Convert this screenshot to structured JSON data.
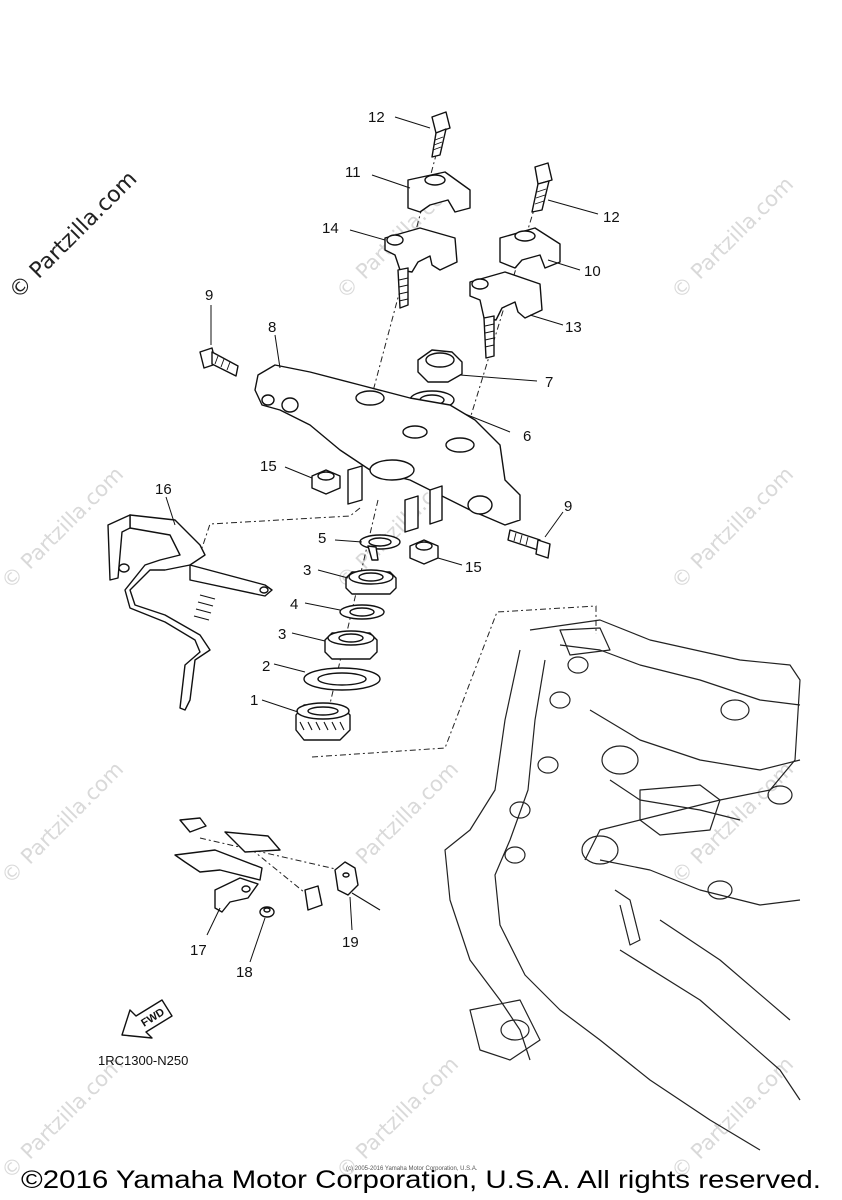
{
  "watermarks": {
    "main": "© Partzilla.com",
    "faint": "© Partzilla.com"
  },
  "callouts": {
    "p1": "1",
    "p2": "2",
    "p3a": "3",
    "p3b": "3",
    "p4": "4",
    "p5": "5",
    "p6": "6",
    "p7": "7",
    "p8": "8",
    "p9a": "9",
    "p9b": "9",
    "p10": "10",
    "p11": "11",
    "p12a": "12",
    "p12b": "12",
    "p13": "13",
    "p14": "14",
    "p15a": "15",
    "p15b": "15",
    "p16": "16",
    "p17": "17",
    "p18": "18",
    "p19": "19"
  },
  "fwd_label": "FWD",
  "diagram_code": "1RC1300-N250",
  "small_copyright": "(c) 2005-2016 Yamaha Motor Corporation, U.S.A.",
  "copyright": "©2016 Yamaha Motor Corporation, U.S.A. All rights reserved."
}
